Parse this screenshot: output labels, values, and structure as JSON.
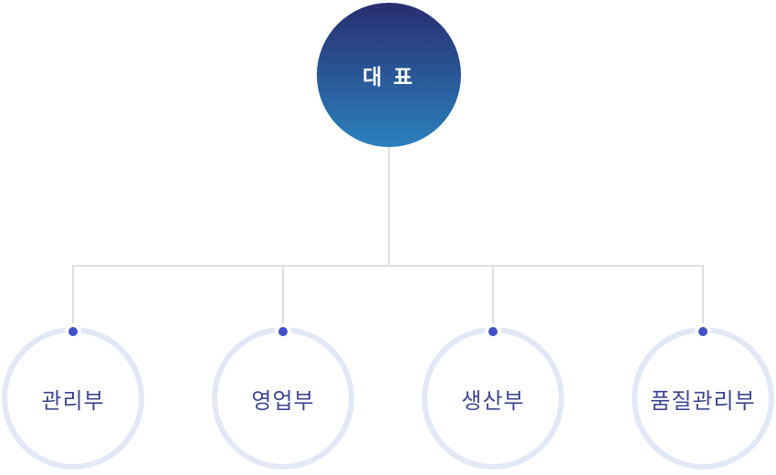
{
  "org_chart": {
    "type": "organization-chart",
    "root": {
      "label": "대 표"
    },
    "departments": [
      {
        "label": "관리부"
      },
      {
        "label": "영업부"
      },
      {
        "label": "생산부"
      },
      {
        "label": "품질관리부"
      }
    ],
    "colors": {
      "root_gradient_top": "#282e70",
      "root_gradient_bottom": "#2b80bd",
      "root_text": "#ffffff",
      "dept_border": "#e3e8f6",
      "dept_fill": "#ffffff",
      "dept_text": "#3f4691",
      "connector_line": "#dcdfe6",
      "node_dot": "#4052c6"
    }
  }
}
